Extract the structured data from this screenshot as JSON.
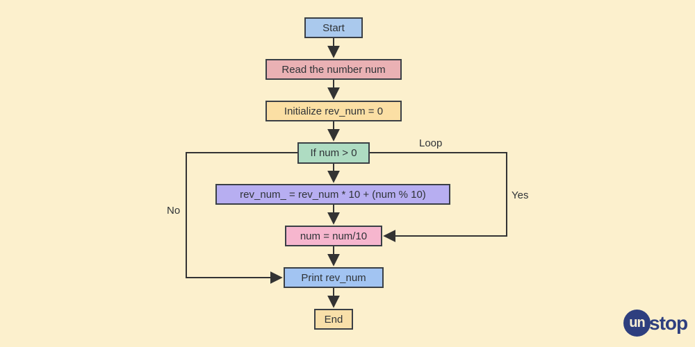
{
  "colors": {
    "background": "#fcf0cd",
    "line_color": "#333333",
    "text_color": "#2f3337",
    "border_color": "#3a3f45",
    "logo_color": "#2e3f7f"
  },
  "nodes": [
    {
      "id": "start",
      "label": "Start",
      "fill": "#aac9ed"
    },
    {
      "id": "read",
      "label": "Read the number num",
      "fill": "#eab1b4"
    },
    {
      "id": "init",
      "label": "Initialize rev_num = 0",
      "fill": "#fbdfa4"
    },
    {
      "id": "cond",
      "label": "If num > 0",
      "fill": "#aedcc2"
    },
    {
      "id": "compute",
      "label": "rev_num_ = rev_num * 10 + (num % 10)",
      "fill": "#b7aef1"
    },
    {
      "id": "divide",
      "label": "num = num/10",
      "fill": "#f6b6ce"
    },
    {
      "id": "print",
      "label": "Print rev_num",
      "fill": "#a2c4f2"
    },
    {
      "id": "end",
      "label": "End",
      "fill": "#f8dfa9"
    }
  ],
  "edge_labels": {
    "loop": "Loop",
    "yes": "Yes",
    "no": "No"
  },
  "logo": {
    "prefix": "un",
    "suffix": "stop"
  }
}
